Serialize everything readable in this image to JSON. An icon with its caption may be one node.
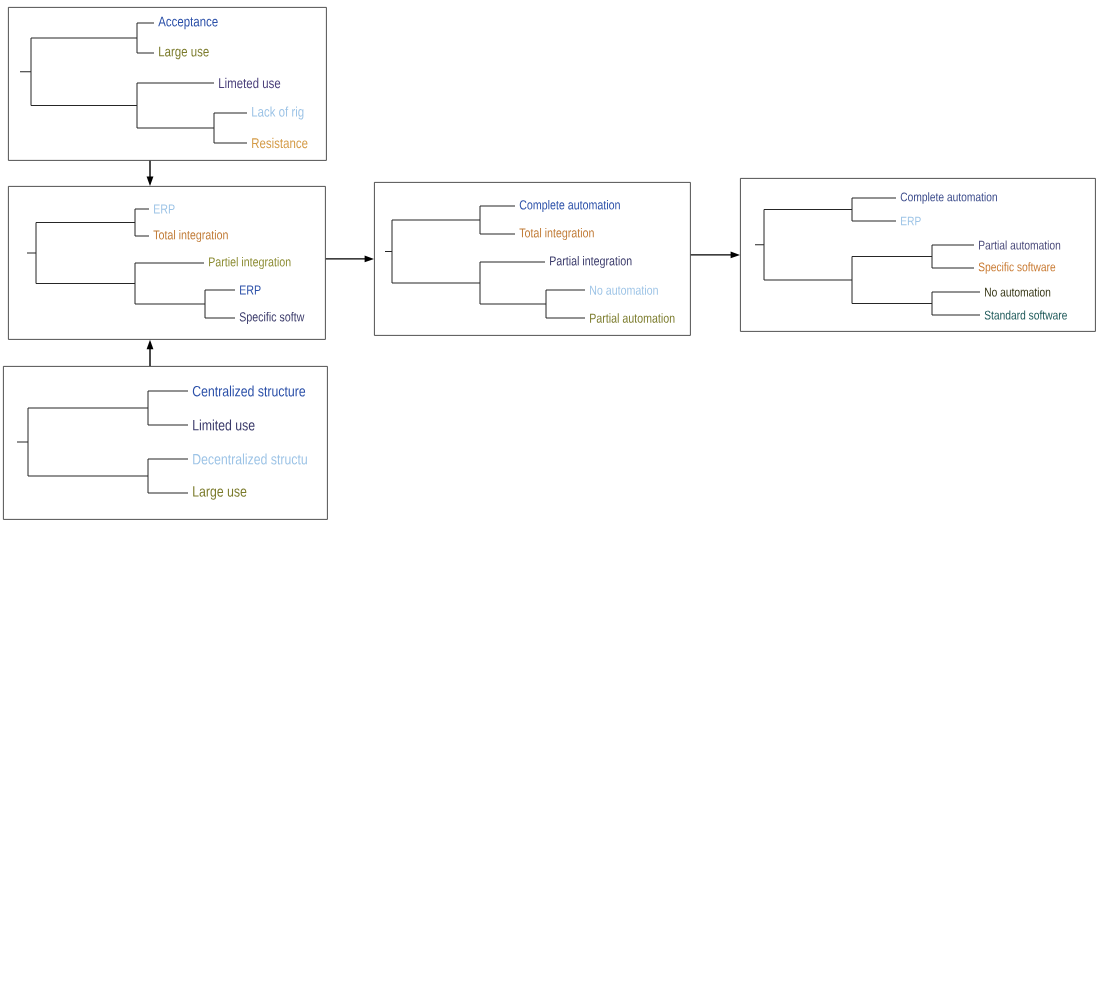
{
  "diagram": {
    "nodes": [
      {
        "text": [
          "Acceptance",
          "Large use",
          "Limeted use",
          "Lack of rig",
          "Resistance"
        ]
      },
      {
        "text": [
          "ERP",
          "Total integration",
          "Partiel integration",
          "ERP",
          "Specific softw"
        ]
      },
      {
        "text": [
          "Centralized structure",
          "Limited use",
          "Decentralized structu",
          "Large use"
        ]
      },
      {
        "text": [
          "Complete automation",
          "Total integration",
          "Partial integration",
          "No automation",
          "Partial automation"
        ]
      },
      {
        "text": [
          "Complete automation",
          "ERP",
          "Partial automation",
          "Specific software",
          "No automation",
          "Standard software"
        ]
      }
    ],
    "edges": [
      {
        "from": 0,
        "to": 1,
        "arrow": "to"
      },
      {
        "from": 2,
        "to": 1,
        "arrow": "to"
      },
      {
        "from": 1,
        "to": 3,
        "arrow": "to"
      },
      {
        "from": 3,
        "to": 4,
        "arrow": "to"
      }
    ]
  }
}
